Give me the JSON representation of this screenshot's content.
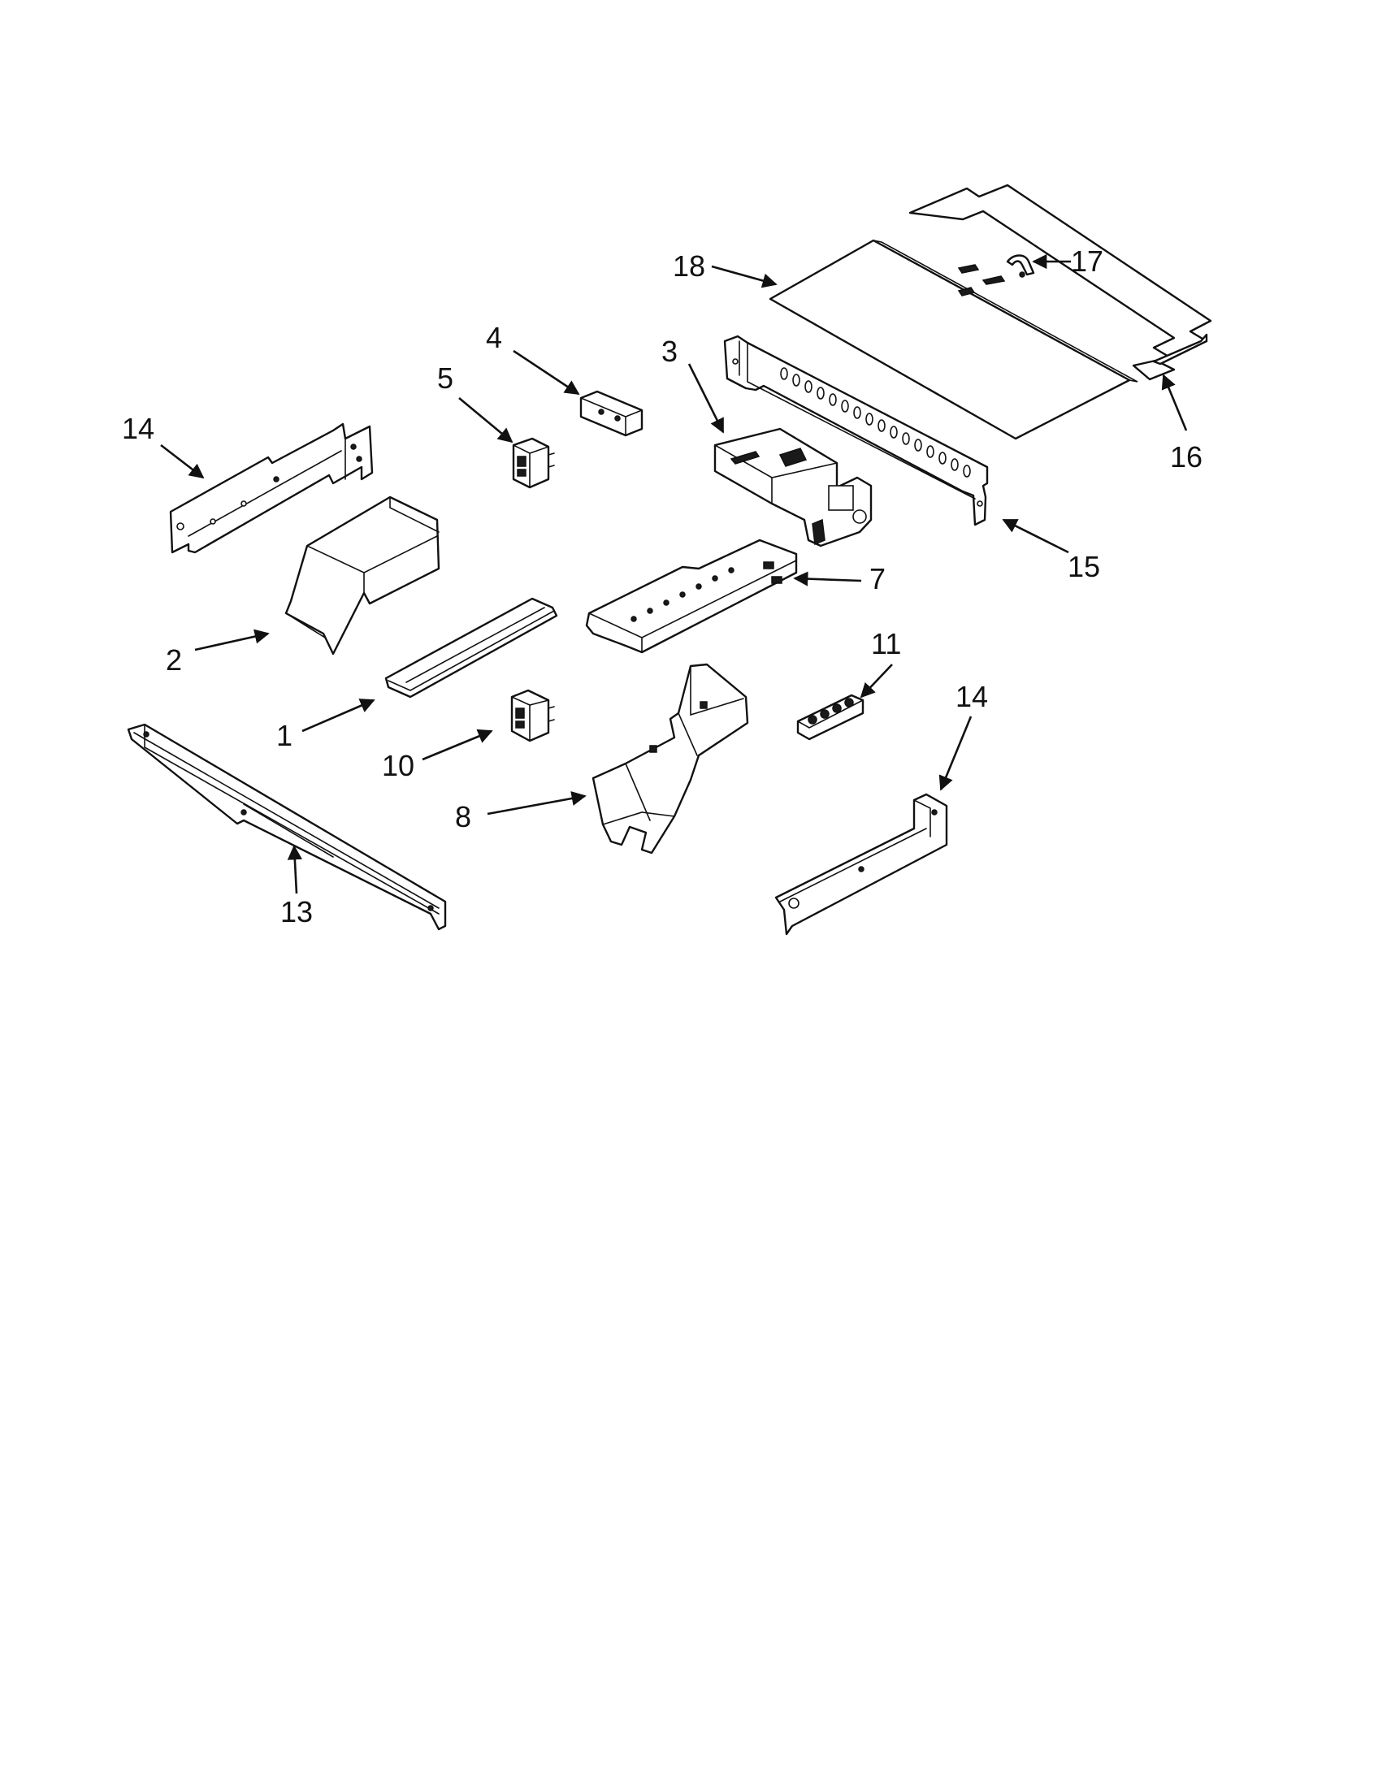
{
  "diagram": {
    "callouts": {
      "c1": "1",
      "c2": "2",
      "c3": "3",
      "c4": "4",
      "c5": "5",
      "c7": "7",
      "c8": "8",
      "c10": "10",
      "c11": "11",
      "c13": "13",
      "c14a": "14",
      "c14b": "14",
      "c15": "15",
      "c16": "16",
      "c17": "17",
      "c18": "18"
    }
  }
}
